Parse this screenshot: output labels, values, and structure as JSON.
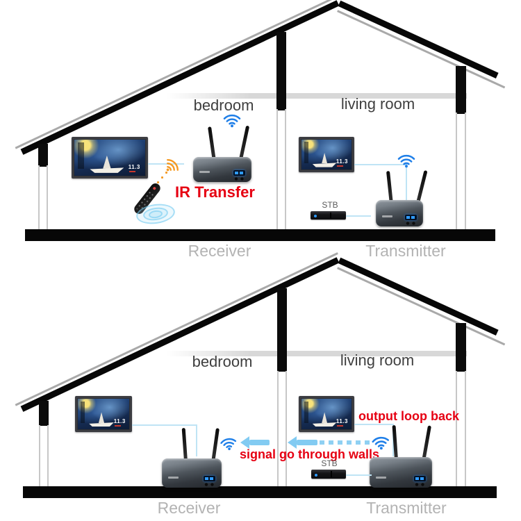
{
  "scene_top": {
    "room_left": "bedroom",
    "room_right": "living room",
    "caption_left": "Receiver",
    "caption_right": "Transmitter",
    "ir_label": "IR Transfer",
    "stb_label": "STB",
    "tv_badge": "11.3"
  },
  "scene_bottom": {
    "room_left": "bedroom",
    "room_right": "living room",
    "caption_left": "Receiver",
    "caption_right": "Transmitter",
    "loopback_label": "output loop back",
    "signal_label": "signal go through walls",
    "stb_label": "STB",
    "tv_badge": "11.3"
  },
  "colors": {
    "annotation_red": "#e60012",
    "wifi_blue": "#1f7fe8",
    "connector_blue": "#bfe4f5",
    "arrow_blue": "#82cbf2",
    "caption_gray": "#b3b3b3",
    "room_label_gray": "#3f3f3f",
    "structure_black": "#0b0b0b"
  }
}
